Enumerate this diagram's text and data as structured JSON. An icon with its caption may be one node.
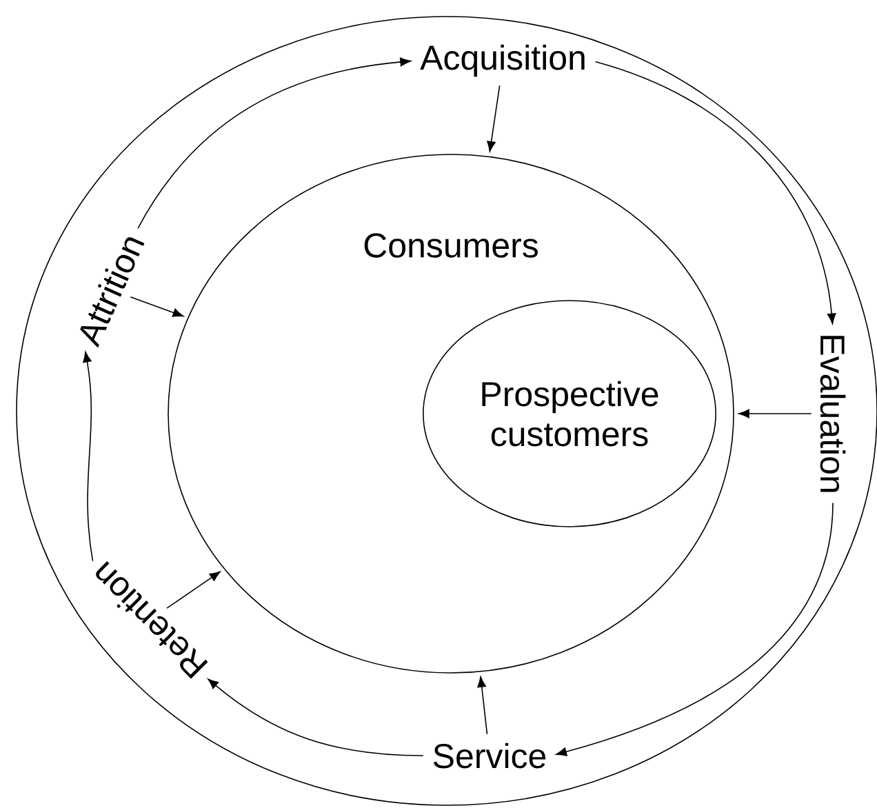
{
  "diagram": {
    "nodes": [
      {
        "text": [],
        "shape": "circle"
      },
      {
        "text": [
          "Consumers"
        ],
        "in": 0
      },
      {
        "text": [
          "Prospective customers"
        ],
        "in": 1
      },
      {
        "text": [
          "Acquisition"
        ],
        "in": 0
      },
      {
        "text": [
          "Evaluation"
        ],
        "in": 0
      },
      {
        "text": [
          "Service"
        ],
        "in": 0
      },
      {
        "text": [
          "Retention"
        ],
        "in": 0
      },
      {
        "text": [
          "Attrition"
        ],
        "in": 0
      }
    ],
    "edges": [
      {
        "from": 7,
        "to": 3,
        "arrow": "to"
      },
      {
        "from": 3,
        "to": 4,
        "arrow": "to"
      },
      {
        "from": 4,
        "to": 5,
        "arrow": "to"
      },
      {
        "from": 5,
        "to": 6,
        "arrow": "to"
      },
      {
        "from": 6,
        "to": 7,
        "arrow": "to"
      },
      {
        "from": 3,
        "to": 1,
        "arrow": "to"
      },
      {
        "from": 4,
        "to": 1,
        "arrow": "to"
      },
      {
        "from": 5,
        "to": 1,
        "arrow": "to"
      },
      {
        "from": 6,
        "to": 1,
        "arrow": "to"
      },
      {
        "from": 7,
        "to": 1,
        "arrow": "to"
      }
    ]
  }
}
